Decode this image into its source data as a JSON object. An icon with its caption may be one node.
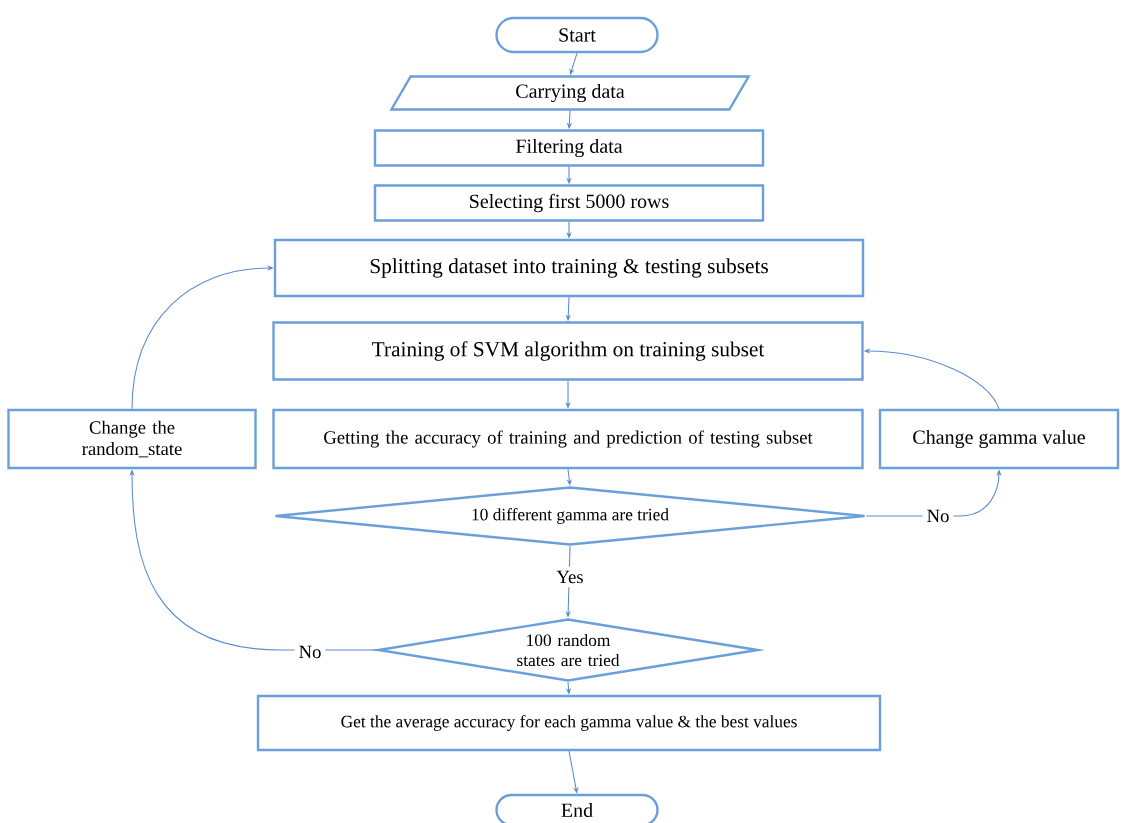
{
  "diagram": {
    "nodes": [
      {
        "text": [
          "Start"
        ]
      },
      {
        "text": [
          "Carrying data"
        ]
      },
      {
        "text": [
          "Filtering data"
        ]
      },
      {
        "text": [
          "Selecting first 5000 rows"
        ]
      },
      {
        "text": [
          "Splitting dataset into training & testing subsets"
        ]
      },
      {
        "text": [
          "Training of SVM algorithm on training subset"
        ]
      },
      {
        "text": [
          "Change the random_state"
        ]
      },
      {
        "text": [
          "Getting the accuracy of training and prediction of testing subset"
        ]
      },
      {
        "text": [
          "Change gamma value"
        ]
      },
      {
        "text": [
          "10 different gamma are tried"
        ]
      },
      {
        "text": [
          "100 random states are tried"
        ]
      },
      {
        "text": [
          "Get the average accuracy for each gamma value & the best values"
        ]
      },
      {
        "text": [
          "End"
        ]
      }
    ],
    "edges": [
      {
        "from": 0,
        "to": 1,
        "arrow": "to"
      },
      {
        "from": 1,
        "to": 2,
        "arrow": "to"
      },
      {
        "from": 2,
        "to": 3,
        "arrow": "to"
      },
      {
        "from": 3,
        "to": 4,
        "arrow": "to"
      },
      {
        "from": 4,
        "to": 5,
        "arrow": "to"
      },
      {
        "from": 5,
        "to": 7,
        "arrow": "to"
      },
      {
        "from": 7,
        "to": 9,
        "arrow": "to"
      },
      {
        "from": 9,
        "to": 10,
        "arrow": "to",
        "label": "Yes"
      },
      {
        "from": 9,
        "to": 8,
        "arrow": "to",
        "label": "No"
      },
      {
        "from": 8,
        "to": 5,
        "arrow": "to"
      },
      {
        "from": 10,
        "to": 6,
        "arrow": "to",
        "label": "No"
      },
      {
        "from": 6,
        "to": 4,
        "arrow": "to"
      },
      {
        "from": 10,
        "to": 11,
        "arrow": "to"
      },
      {
        "from": 11,
        "to": 12,
        "arrow": "to"
      }
    ]
  }
}
